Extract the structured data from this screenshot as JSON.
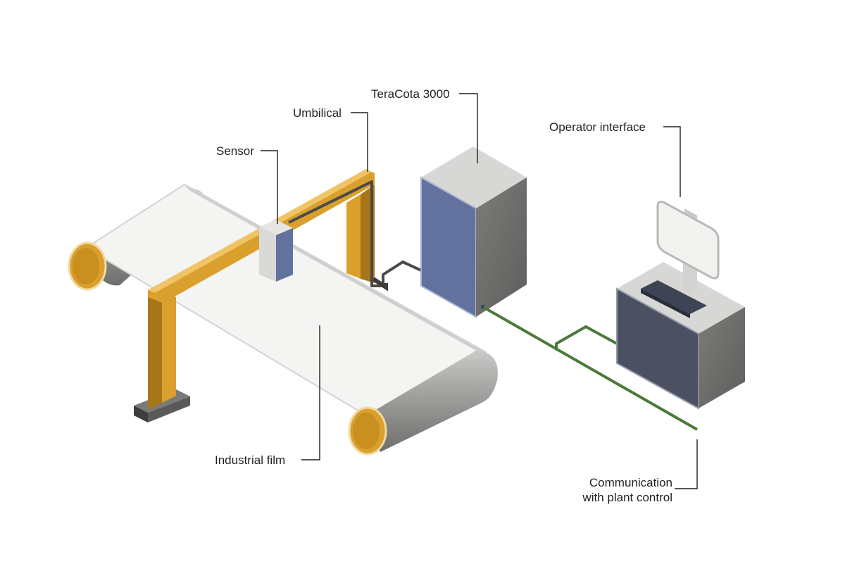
{
  "labels": {
    "teracota": "TeraCota 3000",
    "umbilical": "Umbilical",
    "sensor": "Sensor",
    "operator": "Operator interface",
    "film": "Industrial film",
    "comm_line1": "Communication",
    "comm_line2": "with plant control"
  },
  "colors": {
    "frame": "#d9a02e",
    "frame_dark": "#a87618",
    "film": "#f4f4f2",
    "roller_body": "#8a8a88",
    "cabinet_front": "#62719e",
    "cabinet_side": "#6f6f6d",
    "cabinet_top": "#d7d7d5",
    "console_front": "#4b5160",
    "cable_green": "#4a7a3a",
    "leader": "#231f20"
  }
}
